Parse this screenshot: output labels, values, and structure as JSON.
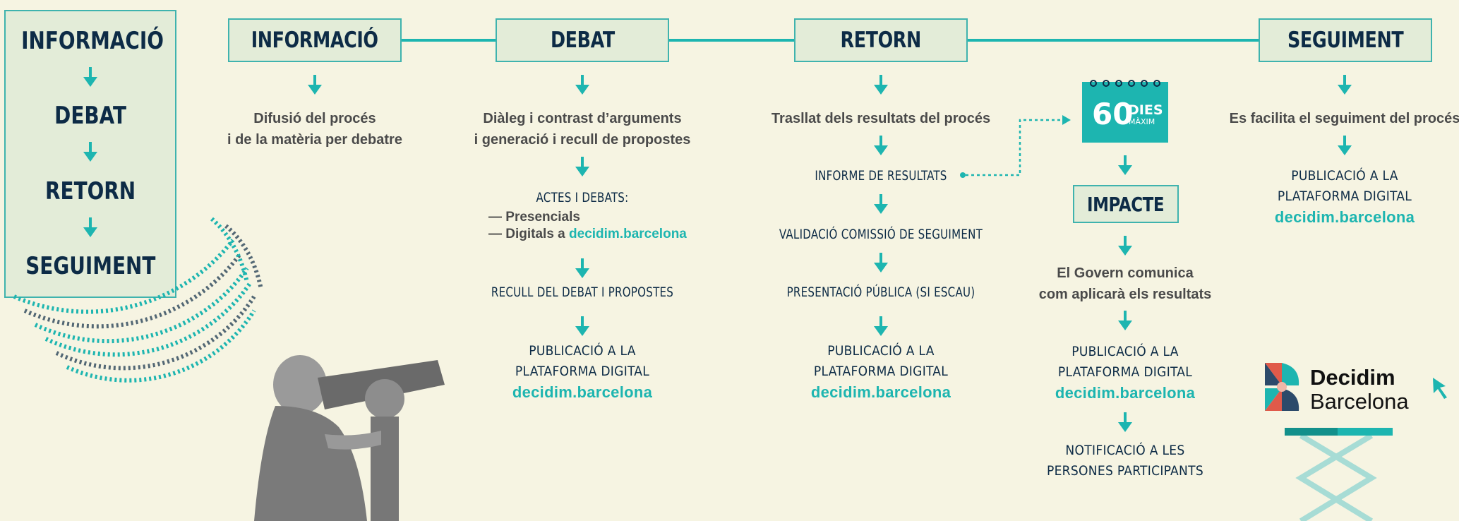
{
  "left_panel": {
    "steps": [
      "INFORMACIÓ",
      "DEBAT",
      "RETORN",
      "SEGUIMENT"
    ]
  },
  "header": {
    "stages": [
      "INFORMACIÓ",
      "DEBAT",
      "RETORN",
      "SEGUIMENT"
    ]
  },
  "informacio": {
    "desc_line1": "Difusió del procés",
    "desc_line2": "i de la matèria per debatre"
  },
  "debat": {
    "desc_line1": "Diàleg i contrast d’arguments",
    "desc_line2": "i generació i recull de propostes",
    "actes_title": "ACTES I DEBATS:",
    "presencials": "— Presencials",
    "digitals_prefix": "— Digitals  a",
    "digitals_link": "decidim.barcelona",
    "recull": "RECULL DEL DEBAT I PROPOSTES",
    "pub_line1": "PUBLICACIÓ A LA",
    "pub_line2": "PLATAFORMA DIGITAL",
    "pub_link": "decidim.barcelona"
  },
  "retorn": {
    "desc": "Trasllat dels resultats del procés",
    "informe": "INFORME DE RESULTATS",
    "validacio": "VALIDACIÓ COMISSIÓ DE SEGUIMENT",
    "presentacio": "PRESENTACIÓ PÚBLICA (SI ESCAU)",
    "pub_line1": "PUBLICACIÓ A LA",
    "pub_line2": "PLATAFORMA DIGITAL",
    "pub_link": "decidim.barcelona"
  },
  "impacte": {
    "days_number": "60",
    "days_word": "DIES",
    "days_max": "MÀXIM",
    "title": "IMPACTE",
    "desc_line1": "El Govern comunica",
    "desc_line2": "com aplicarà els resultats",
    "pub_line1": "PUBLICACIÓ A LA",
    "pub_line2": "PLATAFORMA DIGITAL",
    "pub_link": "decidim.barcelona",
    "notif_line1": "NOTIFICACIÓ A LES",
    "notif_line2": "PERSONES PARTICIPANTS"
  },
  "seguiment": {
    "desc": "Es facilita el seguiment del procés",
    "pub_line1": "PUBLICACIÓ A LA",
    "pub_line2": "PLATAFORMA DIGITAL",
    "pub_link": "decidim.barcelona"
  },
  "logo": {
    "line1": "Decidim",
    "line2": "Barcelona"
  },
  "colors": {
    "accent": "#1db5b0",
    "navy": "#0d2b46",
    "box_fill": "#e3ecd8",
    "background": "#f6f4e2"
  }
}
